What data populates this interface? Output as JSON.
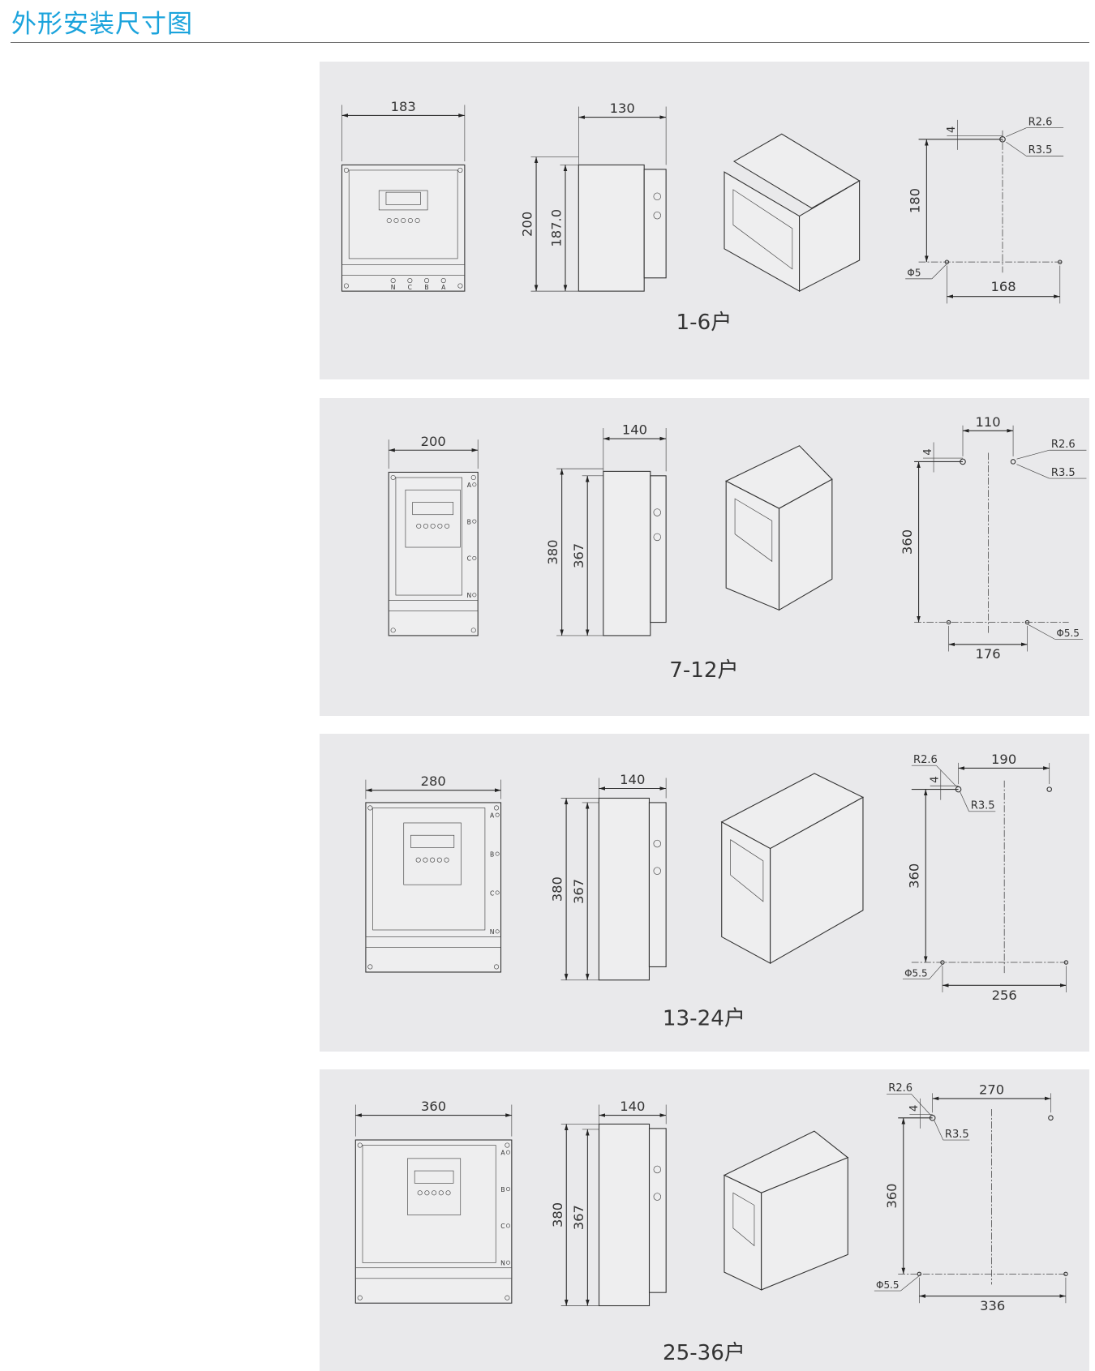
{
  "page": {
    "title": "外形安装尺寸图"
  },
  "colors": {
    "title": "#1aa3dc",
    "panel_bg": "#e9e9eb",
    "line": "#333333"
  },
  "panels": [
    {
      "caption": "1-6户",
      "front_width": "183",
      "side_depth": "130",
      "side_height_outer": "200",
      "side_height_inner": "187.0",
      "mount_height": "180",
      "mount_width_bottom": "168",
      "mount_width_top": "",
      "gap": "4",
      "r_small": "R2.6",
      "r_large": "R3.5",
      "hole": "Φ5",
      "terminals": [
        "N",
        "C",
        "B",
        "A"
      ]
    },
    {
      "caption": "7-12户",
      "front_width": "200",
      "side_depth": "140",
      "side_height_outer": "380",
      "side_height_inner": "367",
      "mount_height": "360",
      "mount_width_bottom": "176",
      "mount_width_top": "110",
      "gap": "4",
      "r_small": "R2.6",
      "r_large": "R3.5",
      "hole": "Φ5.5",
      "terminals": [
        "A",
        "B",
        "C",
        "N"
      ]
    },
    {
      "caption": "13-24户",
      "front_width": "280",
      "side_depth": "140",
      "side_height_outer": "380",
      "side_height_inner": "367",
      "mount_height": "360",
      "mount_width_bottom": "256",
      "mount_width_top": "190",
      "gap": "4",
      "r_small": "R2.6",
      "r_large": "R3.5",
      "hole": "Φ5.5",
      "terminals": [
        "A",
        "B",
        "C",
        "N"
      ]
    },
    {
      "caption": "25-36户",
      "front_width": "360",
      "side_depth": "140",
      "side_height_outer": "380",
      "side_height_inner": "367",
      "mount_height": "360",
      "mount_width_bottom": "336",
      "mount_width_top": "270",
      "gap": "4",
      "r_small": "R2.6",
      "r_large": "R3.5",
      "hole": "Φ5.5",
      "terminals": [
        "A",
        "B",
        "C",
        "N"
      ]
    }
  ]
}
